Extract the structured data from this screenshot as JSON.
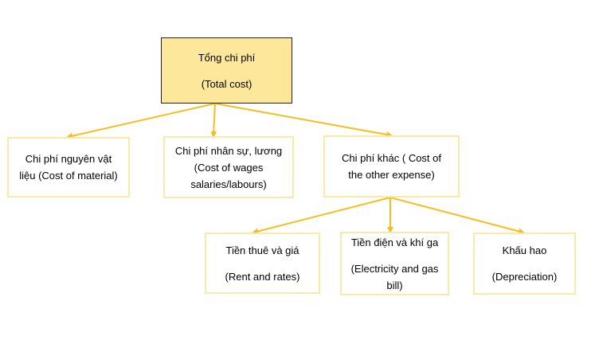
{
  "colors": {
    "root_fill": "#fde79a",
    "node_border": "#fde9a6",
    "connector": "#f5be1e"
  },
  "root": {
    "line1": "Tổng chi phí",
    "line2": "(Total cost)"
  },
  "level1": {
    "material": {
      "line1": "Chi phí nguyên vật",
      "line2": "liệu (Cost of material)"
    },
    "wages": {
      "line1": "Chi phí nhân sự, lương",
      "line2": "(Cost of wages",
      "line3": "salaries/labours)"
    },
    "other": {
      "line1": "Chi phí khác ( Cost of",
      "line2": "the other expense)"
    }
  },
  "level2": {
    "rent": {
      "line1": "Tiền thuê và giá",
      "line2": "(Rent and rates)"
    },
    "electricity": {
      "line1": "Tiền điện và khí ga",
      "line2": "(Electricity and gas",
      "line3": "bill)"
    },
    "depreciation": {
      "line1": "Khấu hao",
      "line2": "(Depreciation)"
    }
  }
}
